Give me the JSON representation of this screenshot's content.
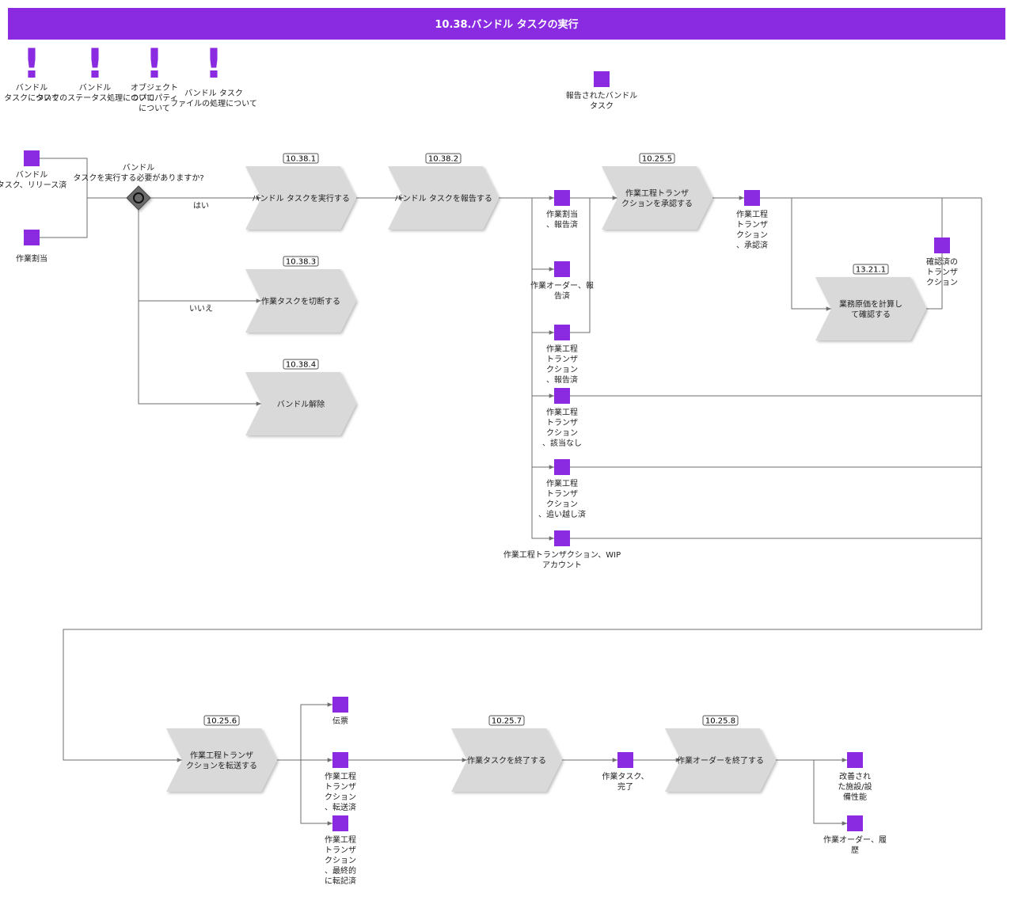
{
  "title": "10.38.バンドル タスクの実行",
  "colors": {
    "accent": "#8a2be2",
    "activity": "#d9d9da",
    "line": "#6e6e6e"
  },
  "notes": [
    {
      "text": [
        "バンドル",
        "タスクについて"
      ]
    },
    {
      "text": [
        "バンドル",
        "タスクのステータス処理について"
      ]
    },
    {
      "text": [
        "オブジェクト",
        "のプロパティ",
        "について"
      ]
    },
    {
      "text": [
        "バンドル タスク",
        "ファイルの処理について"
      ]
    }
  ],
  "events": {
    "reported_bundle_task": [
      "報告されたバンドル",
      "タスク"
    ],
    "bundle_released": [
      "バンドル",
      "タスク、リリース済"
    ],
    "work_assignment": [
      "作業割当"
    ],
    "assignment_reported": [
      "作業割当",
      "、報告済"
    ],
    "order_reported": [
      "作業オーダー、報",
      "告済"
    ],
    "txn_reported": [
      "作業工程",
      "トランザ",
      "クション",
      "、報告済"
    ],
    "txn_na": [
      "作業工程",
      "トランザ",
      "クション",
      "、該当なし"
    ],
    "txn_overtaken": [
      "作業工程",
      "トランザ",
      "クション",
      "、追い越し済"
    ],
    "txn_wip": [
      "作業工程トランザクション、WIP",
      "アカウント"
    ],
    "txn_approved": [
      "作業工程",
      "トランザ",
      "クション",
      "、承認済"
    ],
    "confirmed_txn": [
      "確認済の",
      "トランザ",
      "クション"
    ],
    "voucher": [
      "伝票"
    ],
    "txn_posted": [
      "作業工程",
      "トランザ",
      "クション",
      "、転送済"
    ],
    "txn_final_posted": [
      "作業工程",
      "トランザ",
      "クション",
      "、最終的",
      "に転記済"
    ],
    "task_done": [
      "作業タスク、",
      "完了"
    ],
    "improved_perf": [
      "改善され",
      "た施設/設",
      "備性能"
    ],
    "order_history": [
      "作業オーダー、履",
      "歴"
    ]
  },
  "gateway": {
    "question": [
      "バンドル",
      "タスクを実行する必要がありますか?"
    ],
    "yes": "はい",
    "no": "いいえ"
  },
  "activities": {
    "a1": {
      "id": "10.38.1",
      "label": [
        "バンドル タスクを実行する"
      ]
    },
    "a2": {
      "id": "10.38.2",
      "label": [
        "バンドル タスクを報告する"
      ]
    },
    "a3": {
      "id": "10.38.3",
      "label": [
        "作業タスクを切断する"
      ]
    },
    "a4": {
      "id": "10.38.4",
      "label": [
        "バンドル解除"
      ]
    },
    "a5": {
      "id": "10.25.5",
      "label": [
        "作業工程トランザ",
        "クションを承認する"
      ]
    },
    "a6": {
      "id": "13.21.1",
      "label": [
        "業務原価を計算し",
        "て確認する"
      ]
    },
    "a7": {
      "id": "10.25.6",
      "label": [
        "作業工程トランザ",
        "クションを転送する"
      ]
    },
    "a8": {
      "id": "10.25.7",
      "label": [
        "作業タスクを終了する"
      ]
    },
    "a9": {
      "id": "10.25.8",
      "label": [
        "作業オーダーを終了する"
      ]
    }
  }
}
